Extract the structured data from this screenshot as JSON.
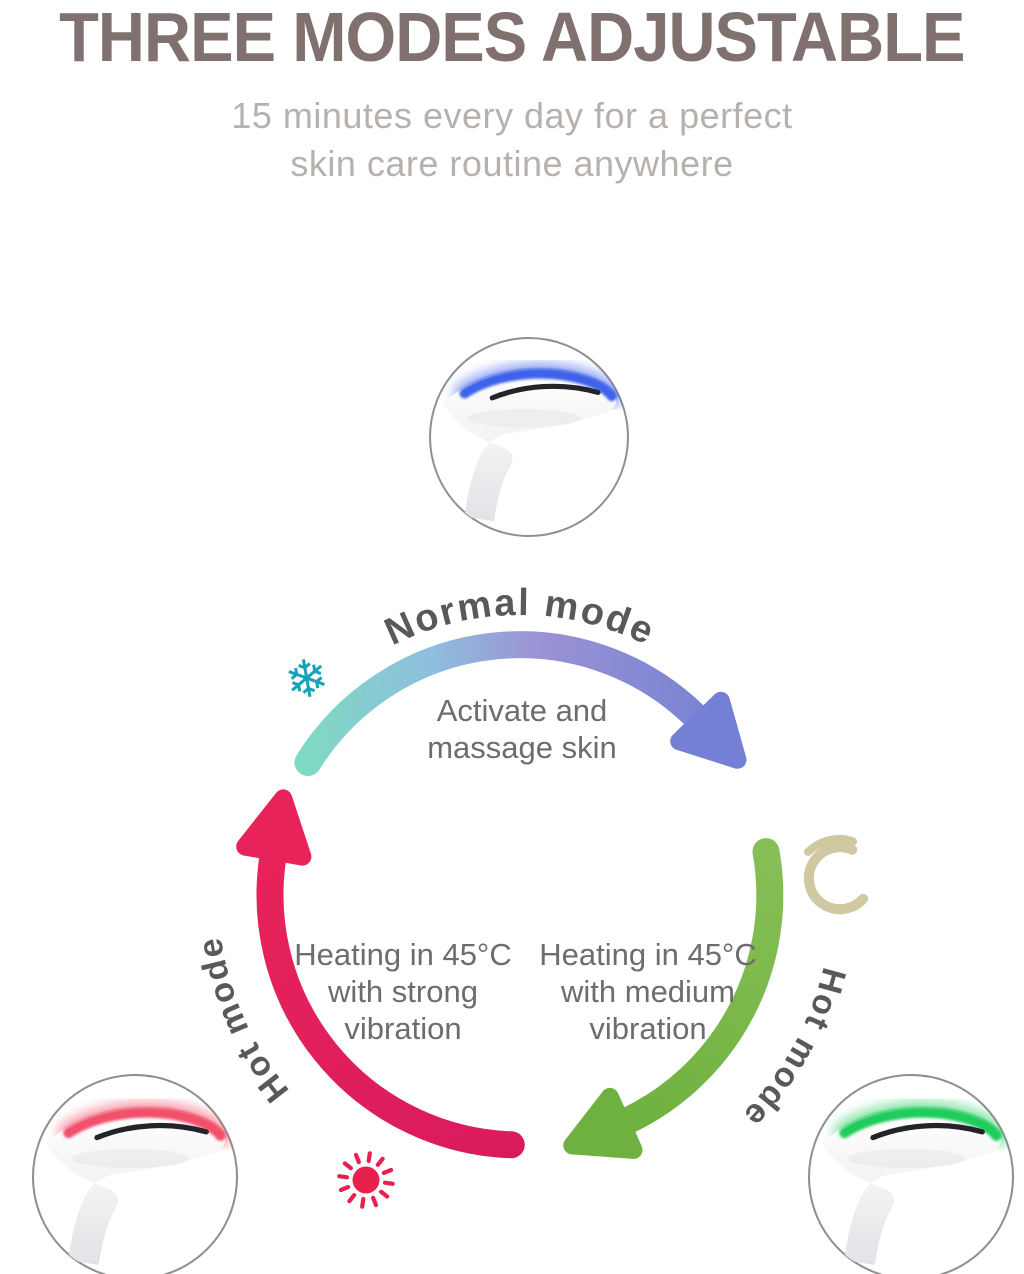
{
  "header": {
    "title": "THREE MODES ADJUSTABLE",
    "subtitle": [
      "15 minutes every day for a perfect",
      "skin care routine anywhere"
    ]
  },
  "modes": {
    "normal": {
      "label": "Normal mode",
      "desc_lines": [
        "Activate and",
        "massage skin"
      ],
      "icon": "snowflake",
      "led": "blue"
    },
    "hot_medium": {
      "label": "Hot mode",
      "desc_lines": [
        "Heating in 45°C",
        "with medium",
        "vibration"
      ],
      "icon": "crescent",
      "led": "green"
    },
    "hot_strong": {
      "label": "Hot mode",
      "desc_lines": [
        "Heating in 45°C",
        "with strong",
        "vibration"
      ],
      "icon": "sun",
      "led": "red"
    }
  },
  "icons": {
    "snowflake_glyph": "❄"
  },
  "colors": {
    "title": "#80706f",
    "subtitle": "#b7b1ae",
    "body_text": "#6d6d6d",
    "label_text": "#58595b",
    "arrow_normal_start": "#7fd9c2",
    "arrow_normal_mid1": "#8fbede",
    "arrow_normal_mid2": "#9b93d3",
    "arrow_normal_end": "#7480d5",
    "arrow_green_start": "#86bf55",
    "arrow_green_end": "#6fb140",
    "arrow_red_start": "#d91b5e",
    "arrow_red_end": "#e8235a",
    "snowflake": "#18a2ba",
    "sun": "#e8204e",
    "crescent": "#cfc8a0",
    "led_blue": "#2f55e8",
    "led_green": "#0fc84f",
    "led_red": "#f0425f",
    "circle_border": "#8f8f8f"
  }
}
